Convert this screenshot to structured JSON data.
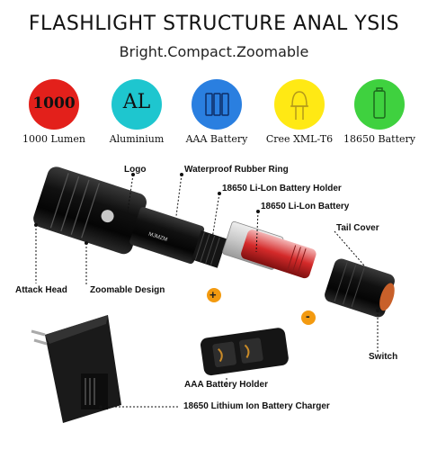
{
  "header": {
    "title": "FLASHLIGHT STRUCTURE ANAL YSIS",
    "subtitle": "Bright.Compact.Zoomable"
  },
  "features": [
    {
      "icon": "red-1000-circle-icon",
      "circle_text": "1000",
      "label": "1000 Lumen",
      "color": "#e3201b"
    },
    {
      "icon": "al-circle-icon",
      "circle_text": "AL",
      "label": "Aluminium",
      "color": "#1ec6cf"
    },
    {
      "icon": "aaa-battery-circle-icon",
      "circle_text": "",
      "label": "AAA Battery",
      "color": "#2a7fe0"
    },
    {
      "icon": "led-circle-icon",
      "circle_text": "",
      "label": "Cree XML-T6",
      "color": "#ffe914"
    },
    {
      "icon": "18650-battery-circle-icon",
      "circle_text": "",
      "label": "18650 Battery",
      "color": "#3fd13f"
    }
  ],
  "callouts": {
    "logo": "Logo",
    "rubber_ring": "Waterproof Rubber Ring",
    "battery_holder": "18650 Li-Lon Battery Holder",
    "battery": "18650 Li-Lon Battery",
    "tail_cover": "Tail Cover",
    "attack_head": "Attack Head",
    "zoomable": "Zoomable Design",
    "switch": "Switch",
    "aaa_holder": "AAA Battery Holder",
    "charger": "18650 Lithium Ion Battery Charger",
    "plus": "+",
    "minus": "-"
  },
  "brand_mark": "MJMZM"
}
